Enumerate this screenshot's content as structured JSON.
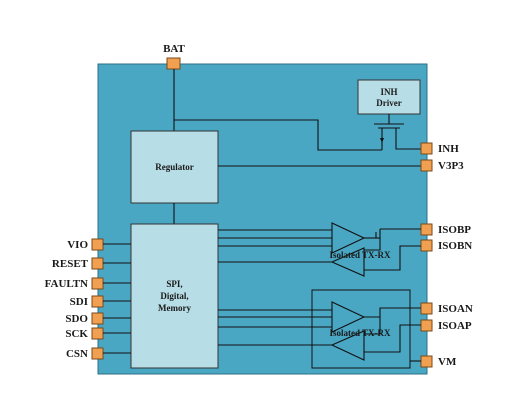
{
  "colors": {
    "chip_fill": "#4aa7c4",
    "block_fill": "#b7dde6",
    "pin_fill": "#f0a050"
  },
  "pins": {
    "top": "BAT",
    "left": [
      "VIO",
      "RESET",
      "FAULTN",
      "SDI",
      "SDO",
      "SCK",
      "CSN"
    ],
    "right": [
      "INH",
      "V3P3",
      "ISOBP",
      "ISOBN",
      "ISOAN",
      "ISOAP",
      "VM"
    ]
  },
  "blocks": {
    "inh_driver": [
      "INH",
      "Driver"
    ],
    "regulator": "Regulator",
    "spi": [
      "SPI,",
      "Digital,",
      "Memory"
    ],
    "isolated_b": "Isolated TX-RX",
    "isolated_a": "Isolated TX-RX"
  }
}
